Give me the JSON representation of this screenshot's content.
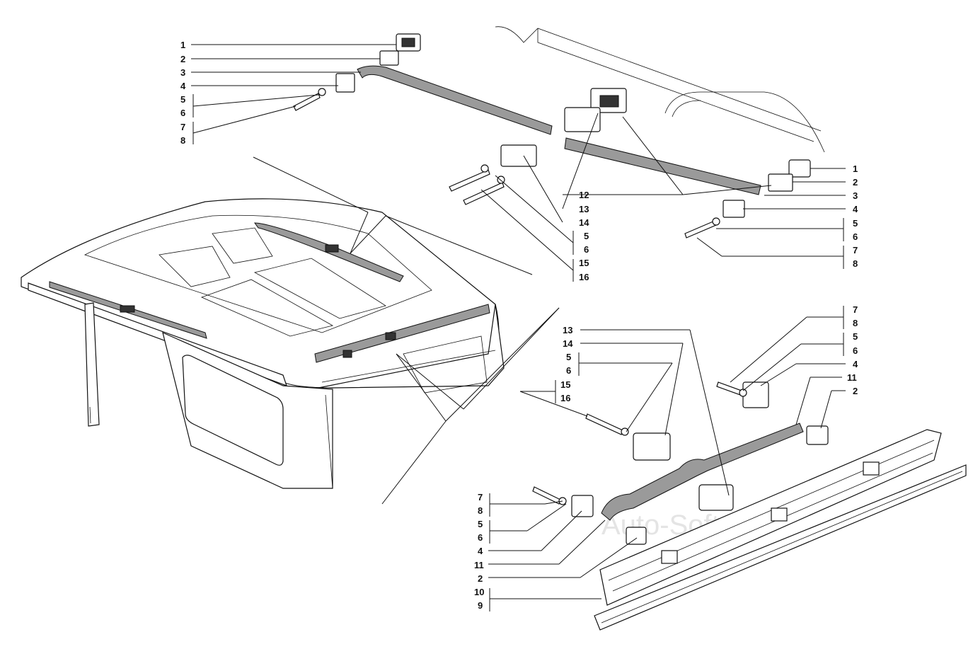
{
  "watermark": "Auto-Soft",
  "callouts": {
    "top_left": [
      "1",
      "2",
      "3",
      "4",
      "5",
      "6",
      "7",
      "8"
    ],
    "top_middle": [
      "12",
      "13",
      "14",
      "5",
      "6",
      "15",
      "16"
    ],
    "top_right": [
      "1",
      "2",
      "3",
      "4",
      "5",
      "6",
      "7",
      "8"
    ],
    "bottom_right_col": [
      "7",
      "8",
      "5",
      "6",
      "4",
      "11",
      "2"
    ],
    "bottom_mid": [
      "13",
      "14",
      "5",
      "6",
      "15",
      "16"
    ],
    "bottom_left": [
      "7",
      "8",
      "5",
      "6",
      "4",
      "11",
      "2",
      "10",
      "9"
    ]
  }
}
